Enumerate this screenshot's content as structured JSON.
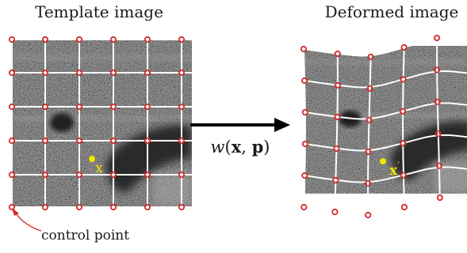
{
  "labels": {
    "template_title": "Template image",
    "deformed_title": "Deformed image",
    "transform": "w(x, p)",
    "transform_w": "w",
    "transform_open": "(",
    "transform_x": "x",
    "transform_comma": ", ",
    "transform_p": "p",
    "transform_close": ")",
    "point_template": "x",
    "point_deformed": "x",
    "point_deformed_prime": "′",
    "control_point": "control point"
  },
  "grid": {
    "rows": 6,
    "cols": 6
  },
  "colors": {
    "grid_line": "#ffffff",
    "control_point": "#d42a2a",
    "highlight": "#f2e600",
    "arrow": "#000000",
    "image_base": "#4b4b4b",
    "label_text": "#1a1a1a"
  }
}
